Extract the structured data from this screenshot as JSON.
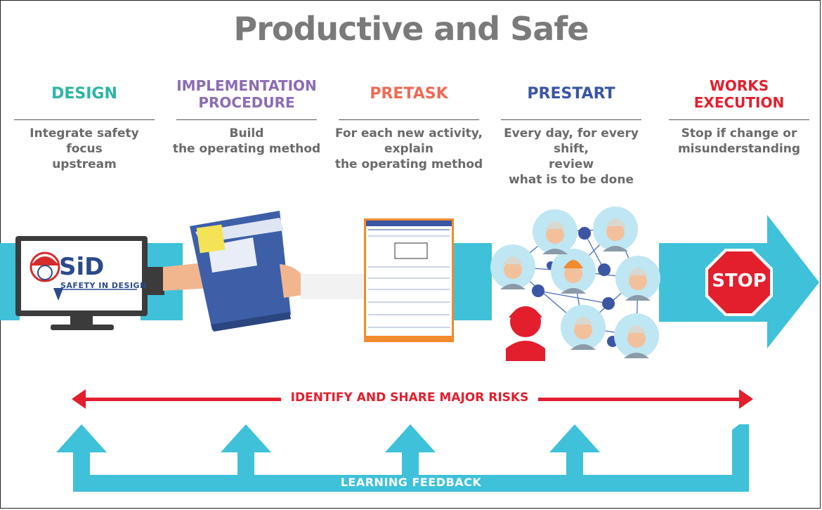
{
  "title": "Productive and Safe",
  "steps": [
    {
      "heading": "DESIGN",
      "description": "Integrate safety focus\nupstream",
      "color": "#2bb5a6"
    },
    {
      "heading": "IMPLEMENTATION\nPROCEDURE",
      "description": "Build\nthe operating method",
      "color": "#8c6cb4"
    },
    {
      "heading": "PRETASK",
      "description": "For each new activity,\nexplain\nthe operating method",
      "color": "#ef6a55"
    },
    {
      "heading": "PRESTART",
      "description": "Every day, for every shift,\nreview\nwhat is to be done",
      "color": "#3a56a4"
    },
    {
      "heading": "WORKS\nEXECUTION",
      "description": "Stop if change or\nmisunderstanding",
      "color": "#e31e2d"
    }
  ],
  "logo": {
    "name": "SiD",
    "tagline": "SAFETY IN DESIGN"
  },
  "stop_sign": "STOP",
  "risks_label": "IDENTIFY AND SHARE MAJOR RISKS",
  "feedback_label": "LEARNING FEEDBACK",
  "colors": {
    "cyan": "#3ec1d9",
    "red": "#e31e2d",
    "navy": "#2b4a8c",
    "grey": "#7a7a7a"
  },
  "icons": [
    "computer-monitor-icon",
    "folder-handover-icon",
    "form-document-icon",
    "team-network-icon",
    "stop-sign-icon"
  ]
}
